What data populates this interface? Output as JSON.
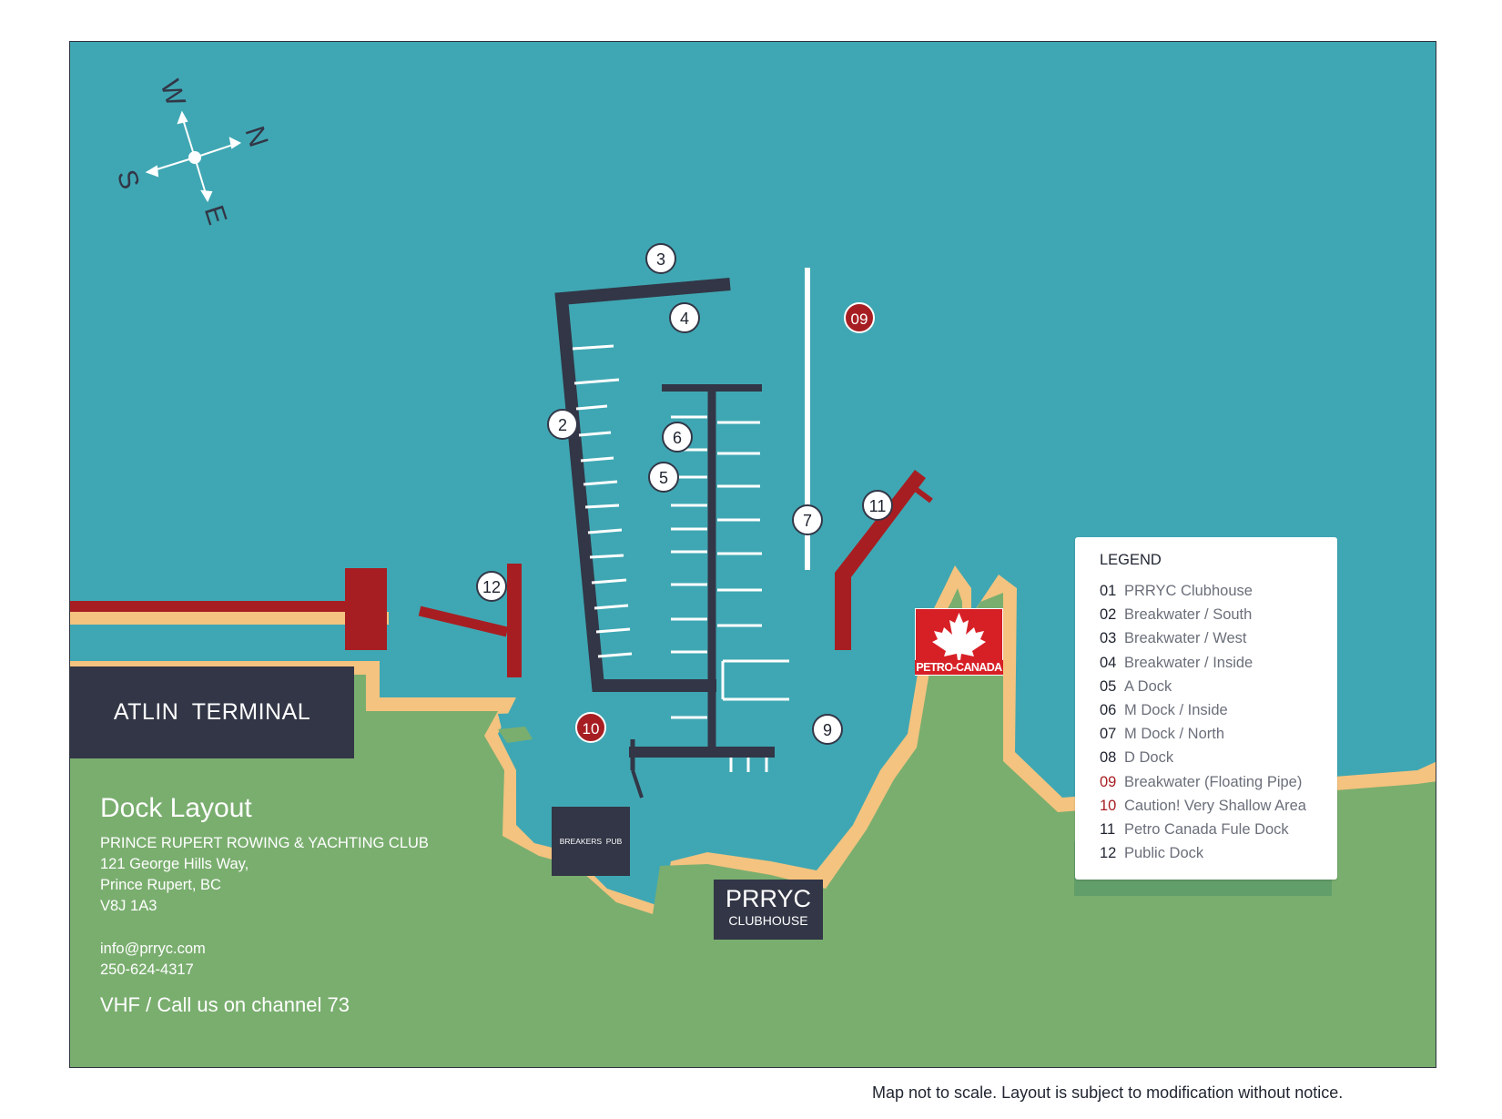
{
  "compass": {
    "n": "N",
    "s": "S",
    "e": "E",
    "w": "W"
  },
  "terminal_label": "ATLIN  TERMINAL",
  "pub_label": "BREAKERS  PUB",
  "clubhouse": {
    "name": "PRRYC",
    "sub": "CLUBHOUSE"
  },
  "info": {
    "title": "Dock Layout",
    "org": "PRINCE RUPERT ROWING & YACHTING CLUB",
    "address1": "121 George Hills Way,",
    "address2": "Prince Rupert, BC",
    "postal": "V8J 1A3",
    "email": "info@prryc.com",
    "phone": "250-624-4317",
    "vhf": "VHF / Call us on channel 73"
  },
  "petro_canada": "PETRO-CANADA",
  "legend": {
    "heading": "LEGEND",
    "items": [
      {
        "num": "01",
        "label": "PRRYC Clubhouse"
      },
      {
        "num": "02",
        "label": "Breakwater / South"
      },
      {
        "num": "03",
        "label": "Breakwater / West"
      },
      {
        "num": "04",
        "label": "Breakwater / Inside"
      },
      {
        "num": "05",
        "label": "A Dock"
      },
      {
        "num": "06",
        "label": "M Dock / Inside"
      },
      {
        "num": "07",
        "label": "M Dock / North"
      },
      {
        "num": "08",
        "label": "D Dock"
      },
      {
        "num": "09",
        "label": "Breakwater (Floating Pipe)"
      },
      {
        "num": "10",
        "label": "Caution! Very Shallow Area"
      },
      {
        "num": "11",
        "label": "Petro Canada Fule Dock"
      },
      {
        "num": "12",
        "label": "Public Dock"
      }
    ]
  },
  "markers": [
    "3",
    "4",
    "09",
    "2",
    "6",
    "5",
    "7",
    "11",
    "12",
    "10",
    "9"
  ],
  "colors": {
    "water": "#3fa7b3",
    "land": "#7aae6f",
    "shore": "#f4c37f",
    "dock": "#323646",
    "breakwater_red": "#a71e22"
  },
  "footnote": "Map not to scale. Layout is subject to modification without notice."
}
